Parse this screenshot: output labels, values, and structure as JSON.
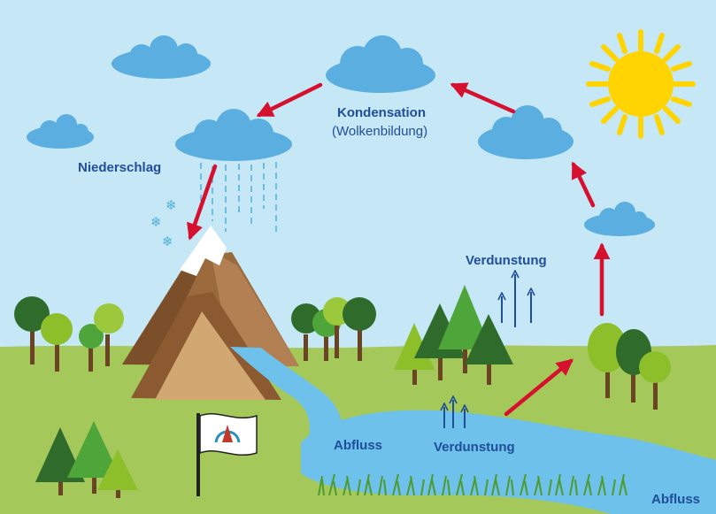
{
  "labels": {
    "kondensation": "Kondensation",
    "wolkenbildung": "(Wolkenbildung)",
    "niederschlag": "Niederschlag",
    "verdunstung_top": "Verdunstung",
    "verdunstung_bottom": "Verdunstung",
    "abfluss_left": "Abfluss",
    "abfluss_right": "Abfluss"
  },
  "colors": {
    "sky": "#c6e7f6",
    "ground": "#a4c95a",
    "cloud": "#5aaee0",
    "sun": "#ffd400",
    "arrow": "#d6102f",
    "text": "#1f4e9a",
    "water": "#6ec1ea"
  },
  "icons": [
    "sun-icon",
    "cloud-icon",
    "snowflake-icon",
    "mountain-icon",
    "tree-icon",
    "flag-icon"
  ]
}
